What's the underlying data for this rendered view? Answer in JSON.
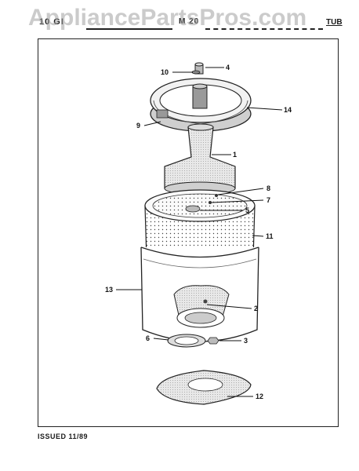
{
  "header": {
    "left_code": "10 GI",
    "middle_code": "M 20",
    "section": "TUB"
  },
  "watermark": "AppliancePartsPros.com",
  "footer": {
    "issued": "ISSUED 11/89"
  },
  "callouts": [
    "10",
    "4",
    "14",
    "9",
    "1",
    "8",
    "7",
    "5",
    "11",
    "13",
    "2",
    "6",
    "3",
    "12"
  ]
}
